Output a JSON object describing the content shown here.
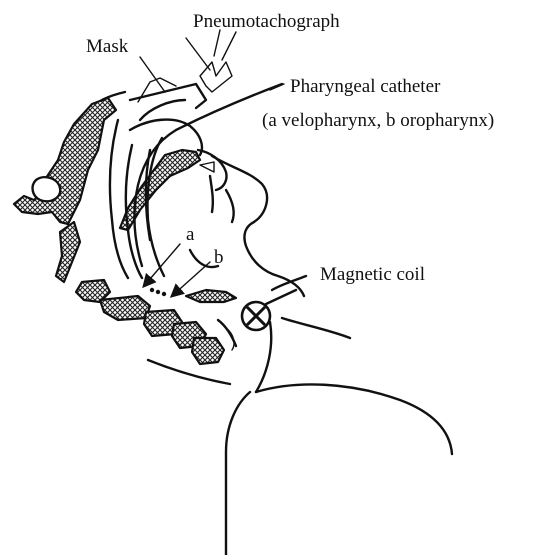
{
  "labels": {
    "pneumotachograph": "Pneumotachograph",
    "mask": "Mask",
    "catheter_line1": "Pharyngeal catheter",
    "catheter_line2": "(a velopharynx, b oropharynx)",
    "point_a": "a",
    "point_b": "b",
    "magnetic_coil": "Magnetic coil"
  },
  "colors": {
    "ink": "#111111",
    "background": "#ffffff"
  }
}
